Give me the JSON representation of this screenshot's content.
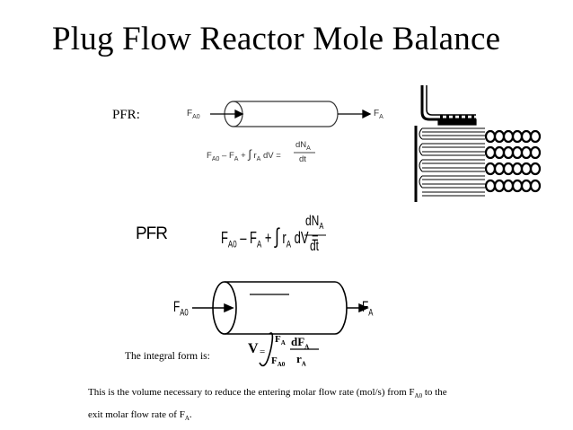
{
  "slide": {
    "title": "Plug Flow Reactor Mole Balance",
    "pfr_label": "PFR:",
    "pfr_label_2": "PFR"
  },
  "diagram_small": {
    "inlet": "F",
    "inlet_sub": "A0",
    "outlet": "F",
    "outlet_sub": "A"
  },
  "equation_small": {
    "lhs": "F",
    "lhs_sub": "A0",
    "minus": "– F",
    "minus_sub": "A",
    "plus": "+",
    "integral": "∫",
    "r": "r",
    "r_sub": "A",
    "dv": "dV =",
    "num": "dN",
    "num_sub": "A",
    "den": "dt"
  },
  "equation_large": {
    "lhs": "F",
    "lhs_sub": "A0",
    "minus": "– F",
    "minus_sub": "A",
    "plus": "+",
    "integral": "∫",
    "r": "r",
    "r_sub": "A",
    "dv": "dV =",
    "num": "dN",
    "num_sub": "A",
    "den": "dt"
  },
  "diagram_large": {
    "inlet": "F",
    "inlet_sub": "A0",
    "outlet": "F",
    "outlet_sub": "A"
  },
  "integral_form": {
    "label": "The integral form is:",
    "v": "V",
    "eq": "=",
    "upper": "F",
    "upper_sub": "A",
    "lower": "F",
    "lower_sub": "A0",
    "num": "dF",
    "num_sub": "A",
    "den": "r",
    "den_sub": "A"
  },
  "description": {
    "line1": "This is the volume necessary to reduce the entering molar flow rate (mol/s) from F",
    "line1_sub": "A0",
    "line1_end": " to the",
    "line2": "exit molar flow rate of F",
    "line2_sub": "A",
    "line2_end": "."
  }
}
